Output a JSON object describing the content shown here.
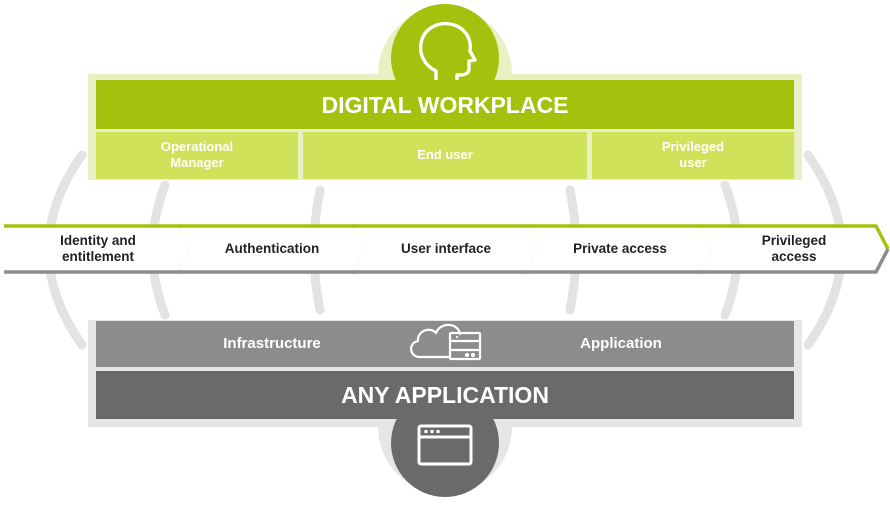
{
  "colors": {
    "green_dark": "#a4c20d",
    "green_mid": "#b5d42e",
    "green_light": "#cfe25a",
    "gray_dark": "#6a6a6a",
    "gray_mid": "#8c8c8c",
    "gray_ring": "#dcdcdc",
    "white": "#ffffff",
    "text_dark": "#222222"
  },
  "digital_workplace": {
    "icon": "person-head-icon",
    "title": "DIGITAL WORKPLACE",
    "users": [
      {
        "line1": "Operational",
        "line2": "Manager"
      },
      {
        "line1": "End user",
        "line2": ""
      },
      {
        "line1": "Privileged",
        "line2": "user"
      }
    ]
  },
  "capabilities": [
    {
      "line1": "Identity and",
      "line2": "entitlement"
    },
    {
      "line1": "Authentication",
      "line2": ""
    },
    {
      "line1": "User interface",
      "line2": ""
    },
    {
      "line1": "Private access",
      "line2": ""
    },
    {
      "line1": "Privileged",
      "line2": "access"
    }
  ],
  "any_application": {
    "left_label": "Infrastructure",
    "center_icon": "cloud-server-icon",
    "right_label": "Application",
    "title": "ANY APPLICATION",
    "icon": "browser-window-icon"
  }
}
